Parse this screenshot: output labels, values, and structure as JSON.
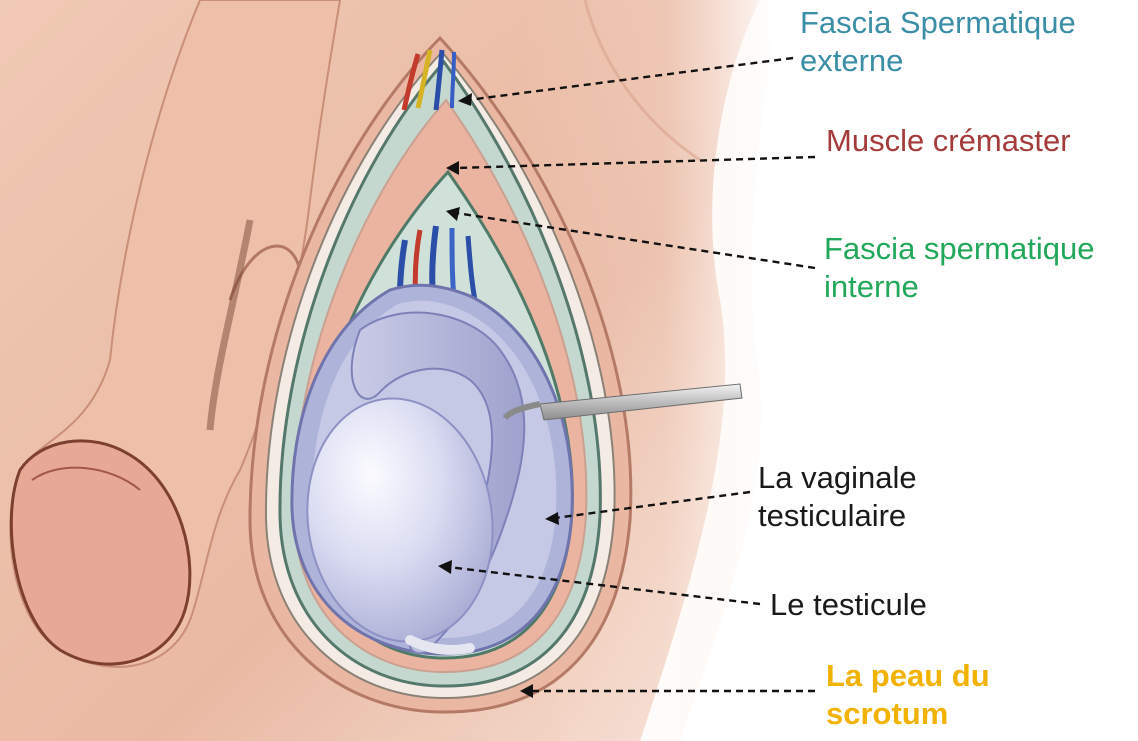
{
  "labels": {
    "fascia_spermatique_externe": {
      "line1": "Fascia Spermatique",
      "line2": "externe",
      "color": "#3a8ea6"
    },
    "muscle_cremaster": {
      "line1": "Muscle crémaster",
      "color": "#a53a3a"
    },
    "fascia_spermatique_interne": {
      "line1": "Fascia spermatique",
      "line2": "interne",
      "color": "#22a85a"
    },
    "vaginale_testiculaire": {
      "line1": "La vaginale",
      "line2": "testiculaire",
      "color": "#1a1a1a"
    },
    "testicule": {
      "line1": "Le testicule",
      "color": "#1a1a1a"
    },
    "peau_scrotum": {
      "line1": "La peau du",
      "line2": "scrotum",
      "color": "#f2b200"
    }
  }
}
